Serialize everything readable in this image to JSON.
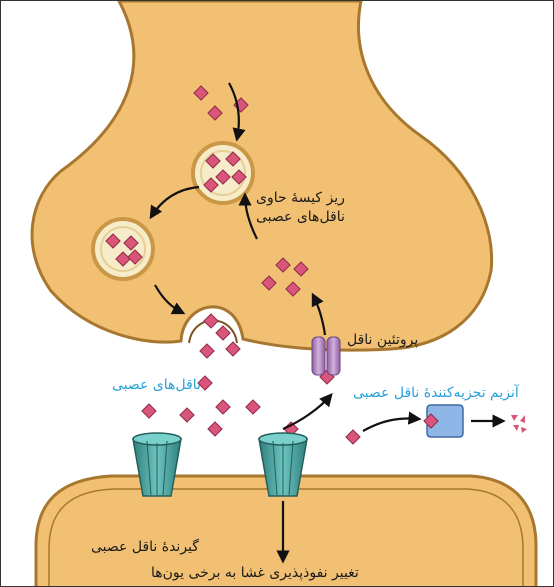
{
  "labels": {
    "vesicle": [
      "ریز کیسهٔ حاوی",
      "ناقل‌های عصبی"
    ],
    "transporter": "پروتئین ناقل",
    "neurotransmitters": "ناقل‌های عصبی",
    "enzyme": "آنزیم تجزیه‌کنندهٔ ناقل عصبی",
    "receptor": "گیرندهٔ ناقل عصبی",
    "permeability": "تغییر نفوذپذیری غشا به برخی یون‌ها"
  },
  "colors": {
    "cytoplasm": "#f2c073",
    "membrane": "#a8772f",
    "vesicle_fill": "#f7ecc9",
    "neurotransmitter": "#d9557a",
    "transporter": "#b98cc4",
    "receptor": "#4aa3a0",
    "enzyme": "#8eb6e6",
    "label_blue": "#2aa0d8"
  },
  "icons": [
    "neurotransmitter-molecule-icon",
    "synaptic-vesicle-icon",
    "transporter-protein-icon",
    "receptor-channel-icon",
    "enzyme-icon",
    "arrow-icon"
  ]
}
